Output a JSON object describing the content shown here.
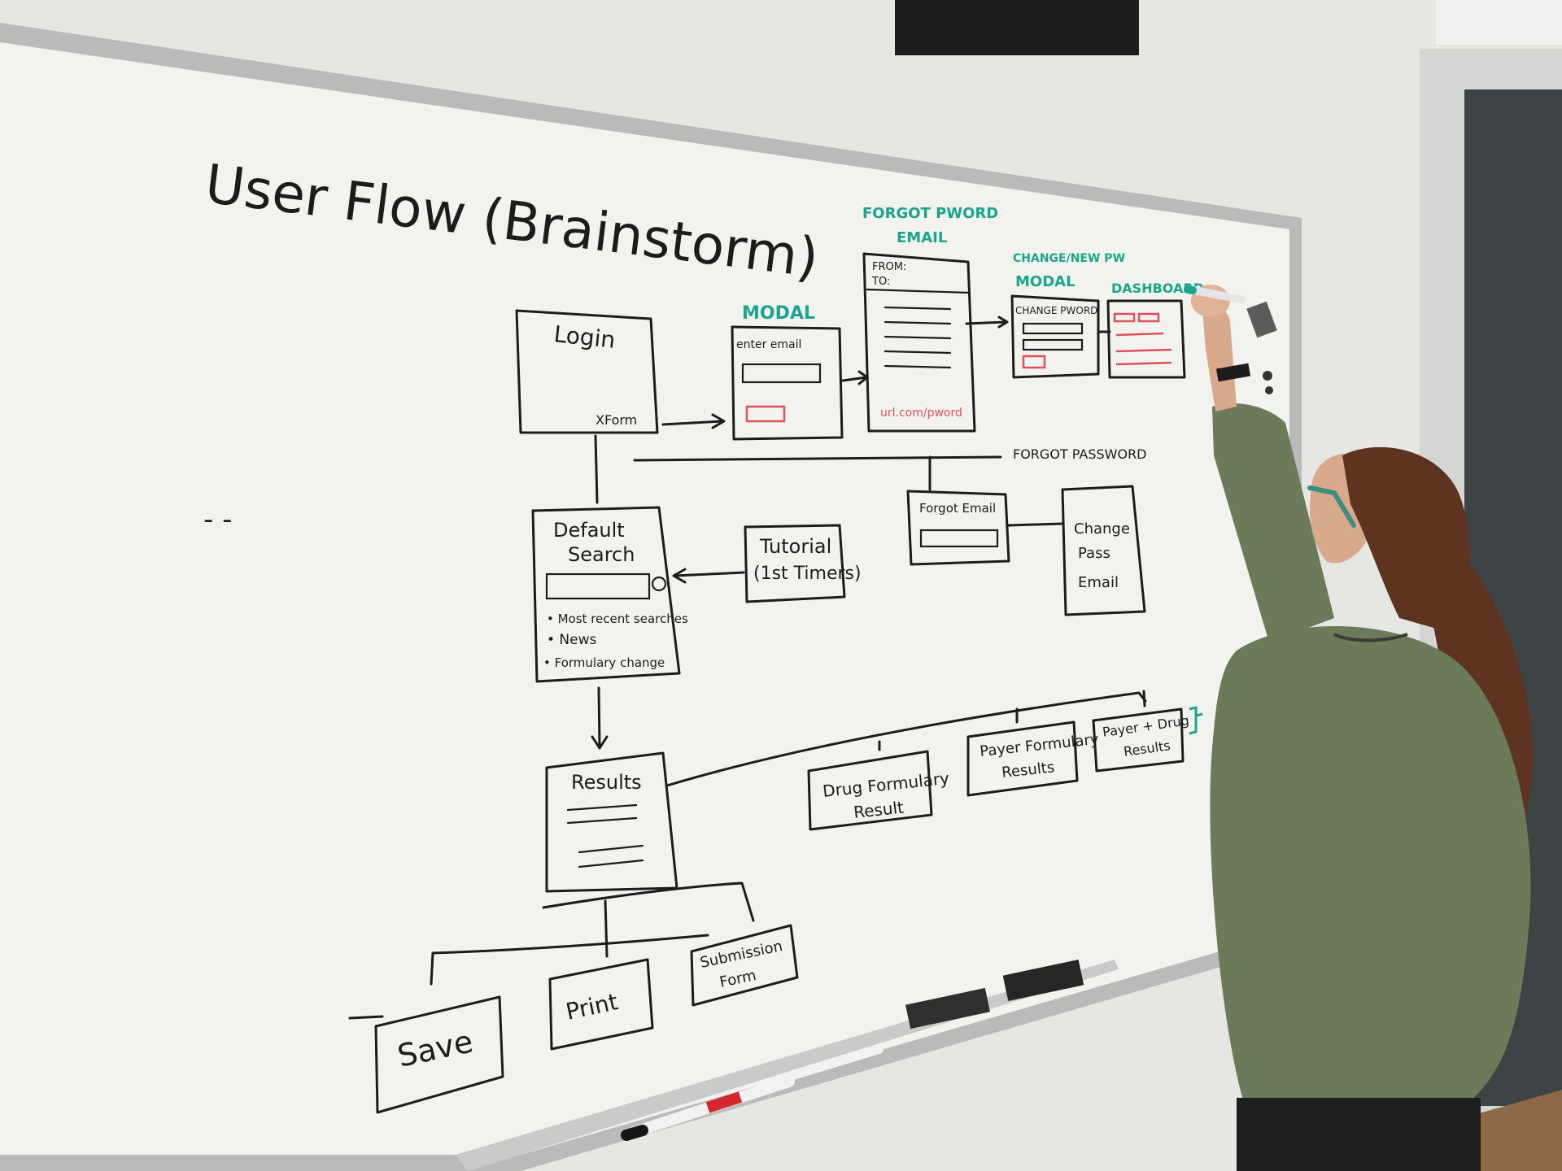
{
  "board": {
    "title": "User Flow (Brainstorm)",
    "dashes": "- -"
  },
  "nodes": {
    "login": "Login",
    "xform": "XForm",
    "modal_label": "MODAL",
    "enter_email": "enter email",
    "forgot_pword_email_line1": "FORGOT PWORD",
    "forgot_pword_email_line2": "EMAIL",
    "email_from": "FROM:",
    "email_to": "TO:",
    "email_url": "url.com/pword",
    "change_pw_modal_line1": "CHANGE/NEW PW",
    "change_pw_modal_line2": "MODAL",
    "change_pword": "CHANGE PWORD",
    "dashboard": "DASHBOARD",
    "forgot_password": "FORGOT PASSWORD",
    "forgot_email": "Forgot Email",
    "change_pass_email_line1": "Change",
    "change_pass_email_line2": "Pass",
    "change_pass_email_line3": "Email",
    "default_search_line1": "Default",
    "default_search_line2": "Search",
    "search_item_1": "• Most recent searches",
    "search_item_2": "• News",
    "search_item_3": "• Formulary change",
    "tutorial_line1": "Tutorial",
    "tutorial_line2": "(1st Timers)",
    "results": "Results",
    "drug_formulary_line1": "Drug Formulary",
    "drug_formulary_line2": "Result",
    "payer_formulary_line1": "Payer Formulary",
    "payer_formulary_line2": "Results",
    "payer_drug_line1": "Payer + Drug",
    "payer_drug_line2": "Results",
    "save": "Save",
    "print": "Print",
    "submission_line1": "Submission",
    "submission_line2": "Form"
  },
  "colors": {
    "board": "#f2f2ef",
    "wall": "#e9e9e6",
    "teal_marker": "#1aa58c",
    "red_marker": "#e0505a",
    "shirt": "#6b7b5a",
    "hair": "#6a3a22"
  }
}
